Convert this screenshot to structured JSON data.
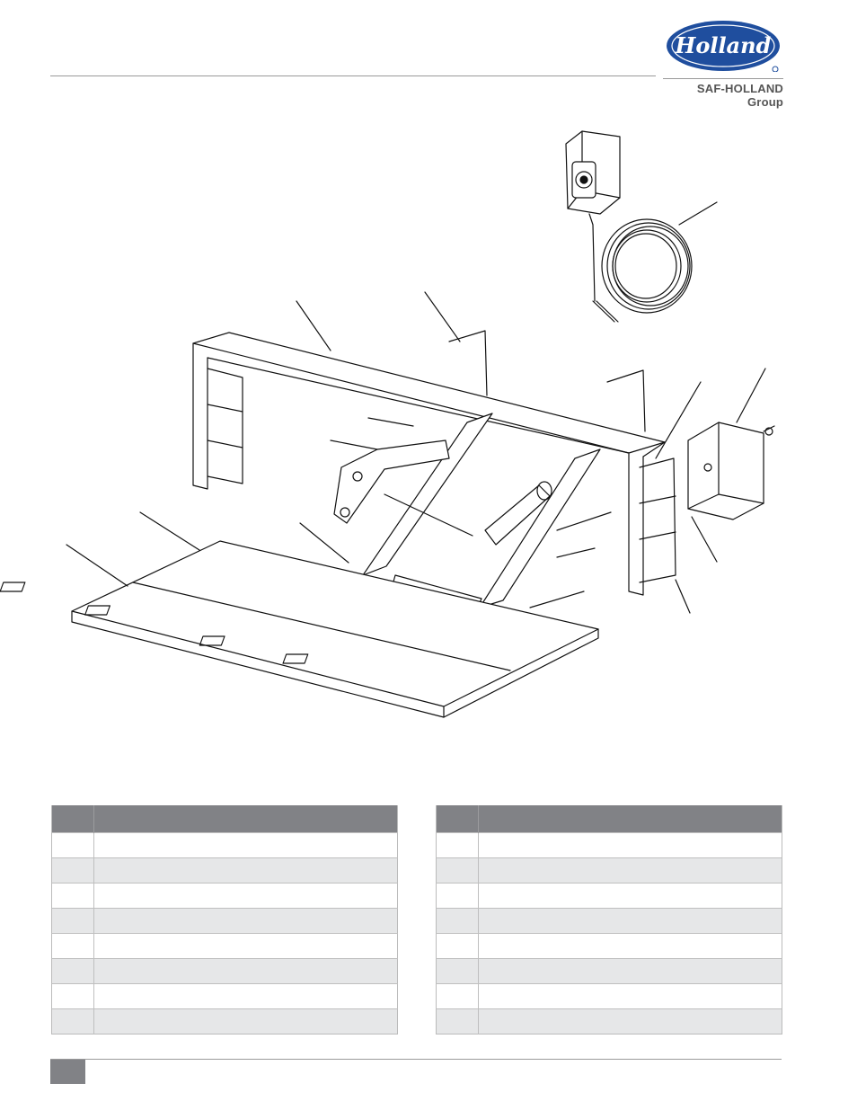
{
  "brand": {
    "logo_wordmark": "Holland",
    "group_name": "SAF-HOLLAND Group",
    "colors": {
      "logo_blue": "#1f4e9e",
      "header_gray": "#818286",
      "row_alt": "#e6e7e8"
    }
  },
  "illustration": {
    "subject": "liftgate assembly parts diagram",
    "icons": [
      "pendant-control-icon",
      "coiled-cable-icon",
      "platform-icon",
      "frame-icon",
      "pump-box-icon",
      "cylinder-icon"
    ]
  },
  "parts_tables": {
    "left": {
      "rows": 8
    },
    "right": {
      "rows": 8
    }
  }
}
